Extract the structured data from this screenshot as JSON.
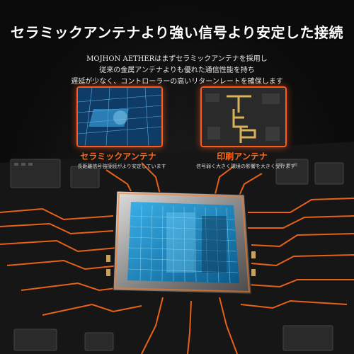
{
  "headline": "セラミックアンテナより強い信号より安定した接続",
  "intro": {
    "line1": "MOJHON AETHERはまずセラミックアンテナを採用し",
    "line2": "従来の金属アンテナよりも優れた通信性能を持ち",
    "line3": "遅延が少なく、コントローラーの高いリターンレートを確保します"
  },
  "left_card": {
    "title": "セラミックアンテナ",
    "subtitle": "長距離信号強接続がより安定しています"
  },
  "right_card": {
    "title": "印刷アンテナ",
    "subtitle": "信号弱く大きく環境の影響を大きく受けます"
  },
  "colors": {
    "accent": "#ff5a1a",
    "chip_blue": "#4fc3f7",
    "background": "#0a0a0a"
  }
}
